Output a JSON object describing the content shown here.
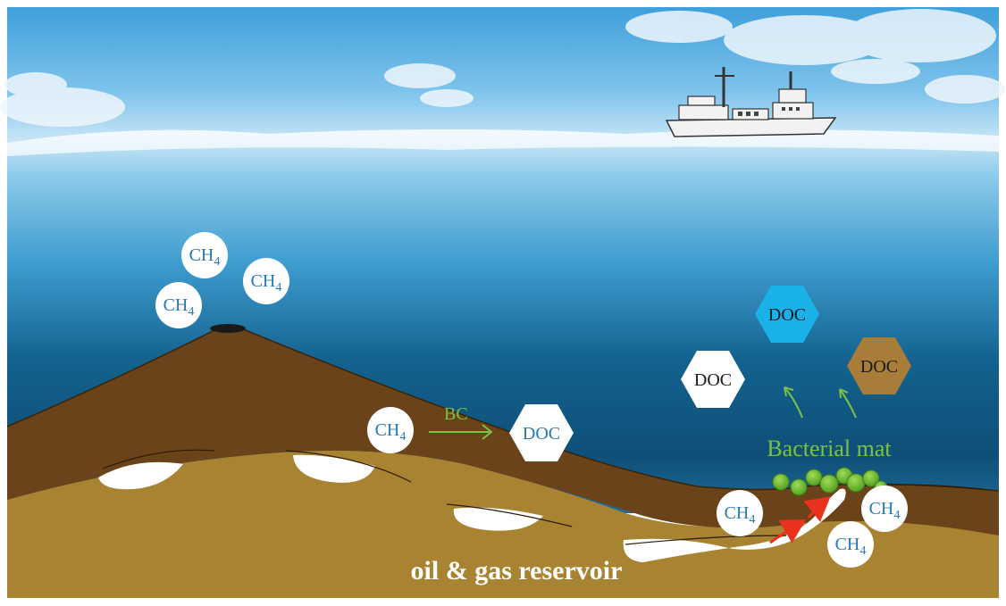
{
  "colors": {
    "ch4_text": "#2878b4",
    "bc_green": "#7cc242",
    "doc_cyan": "#19b2e8",
    "doc_brown": "#a87d3a",
    "sediment": "#a88432",
    "ridge": "#6b431a",
    "reservoir_label": "#ffffff",
    "transport_arrow": "#e8321e"
  },
  "icons": [
    "ship-icon",
    "methane-bubble",
    "doc-hexagon",
    "bacteria-cluster",
    "transport-arrow"
  ],
  "labels": {
    "ch4_base": "CH",
    "ch4_sub": "4",
    "bc": "BC",
    "doc": "DOC",
    "bacterial_mat": "Bacterial mat",
    "reservoir": "oil & gas reservoir"
  }
}
